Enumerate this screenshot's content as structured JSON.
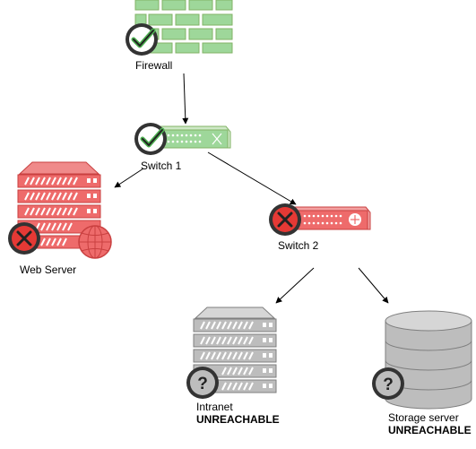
{
  "nodes": {
    "firewall": {
      "label": "Firewall",
      "status": "ok",
      "status_icon": "check-icon"
    },
    "switch1": {
      "label": "Switch 1",
      "status": "ok",
      "status_icon": "check-icon"
    },
    "web_server": {
      "label": "Web Server",
      "status": "down",
      "status_icon": "x-icon"
    },
    "switch2": {
      "label": "Switch 2",
      "status": "down",
      "status_icon": "x-icon"
    },
    "intranet": {
      "label": "Intranet",
      "status_text": "UNREACHABLE",
      "status_icon": "question-icon"
    },
    "storage": {
      "label": "Storage server",
      "status_text": "UNREACHABLE",
      "status_icon": "question-icon"
    }
  },
  "edges": [
    {
      "from": "firewall",
      "to": "switch1"
    },
    {
      "from": "switch1",
      "to": "web_server"
    },
    {
      "from": "switch1",
      "to": "switch2"
    },
    {
      "from": "switch2",
      "to": "intranet"
    },
    {
      "from": "switch2",
      "to": "storage"
    }
  ],
  "colors": {
    "ok_fill": "#9ed79a",
    "ok_stroke": "#82b366",
    "down_fill": "#ee6b6b",
    "down_stroke": "#c94040",
    "unknown_fill": "#bdbdbd",
    "unknown_stroke": "#7f7f7f",
    "badge_bg": "#333333",
    "check": "#4caf50",
    "cross": "#e53935"
  }
}
